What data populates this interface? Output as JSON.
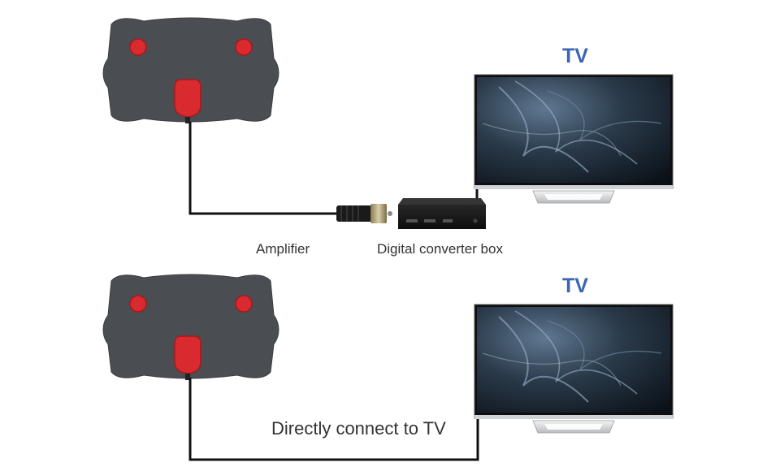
{
  "top_setup": {
    "tv_title": "TV",
    "amplifier_label": "Amplifier",
    "converter_label": "Digital converter box"
  },
  "bottom_setup": {
    "tv_title": "TV",
    "direct_label": "Directly connect to TV"
  },
  "colors": {
    "antenna_body": "#4a4d52",
    "antenna_red": "#d92b2f",
    "tv_title": "#3a64b4",
    "label_text": "#333333",
    "cable": "#111111"
  }
}
